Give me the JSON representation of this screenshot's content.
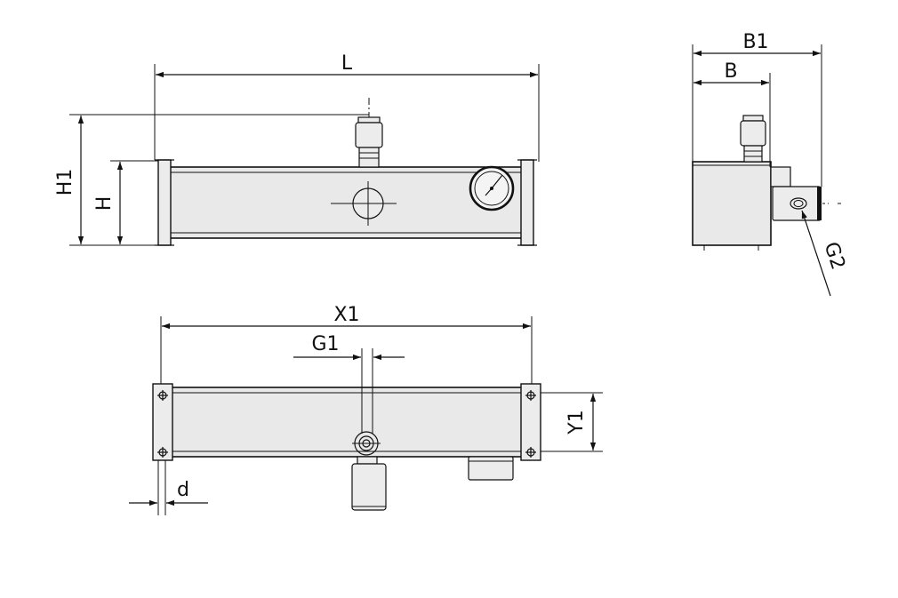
{
  "dimensions": {
    "L": "L",
    "H1": "H1",
    "H": "H",
    "B1": "B1",
    "B": "B",
    "G2": "G2",
    "X1": "X1",
    "G1": "G1",
    "Y1": "Y1",
    "d": "d"
  }
}
